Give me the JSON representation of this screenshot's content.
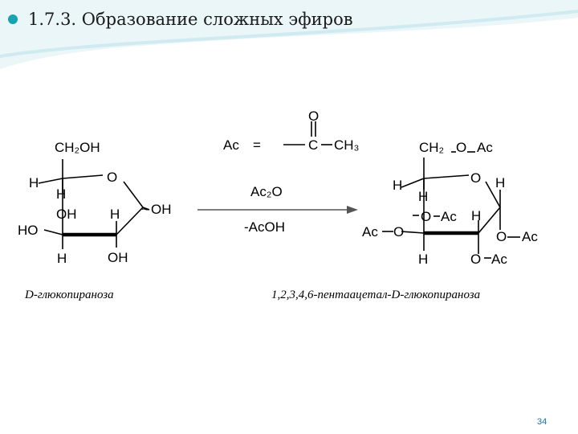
{
  "slide": {
    "title": "1.7.3. Образование сложных эфиров",
    "page_number": "34"
  },
  "theme": {
    "accent": "#19a3b0",
    "title_color": "#1a1a1a",
    "arrow_color": "#555555"
  },
  "reactant": {
    "ch2oh": "CH₂OH",
    "ring_o": "O",
    "h_c5": "H",
    "h_c4": "H",
    "oh_c4": "OH",
    "h_c3": "H",
    "oh_c1": "OH",
    "ho_c4": "HO",
    "h_c3_low": "H",
    "oh_c2": "OH",
    "caption": "D-глюкопираноза"
  },
  "definition": {
    "ac": "Ac",
    "equals": "=",
    "o": "O",
    "c": "C",
    "ch3": "CH₃"
  },
  "arrow": {
    "reagent": "Ac₂O",
    "byproduct": "-AcOH"
  },
  "product": {
    "ch2": "CH₂",
    "o6": "O",
    "ac6": "Ac",
    "ring_o": "O",
    "h_c1": "H",
    "h_c5": "H",
    "h_c4": "H",
    "o3": "O",
    "ac3": "Ac",
    "h_c2": "H",
    "ac4": "Ac",
    "o4": "O",
    "o1": "O",
    "ac1": "Ac",
    "h_c3": "H",
    "o2": "O",
    "ac2": "Ac",
    "caption": "1,2,3,4,6-пентаацетал-D-глюкопираноза"
  }
}
